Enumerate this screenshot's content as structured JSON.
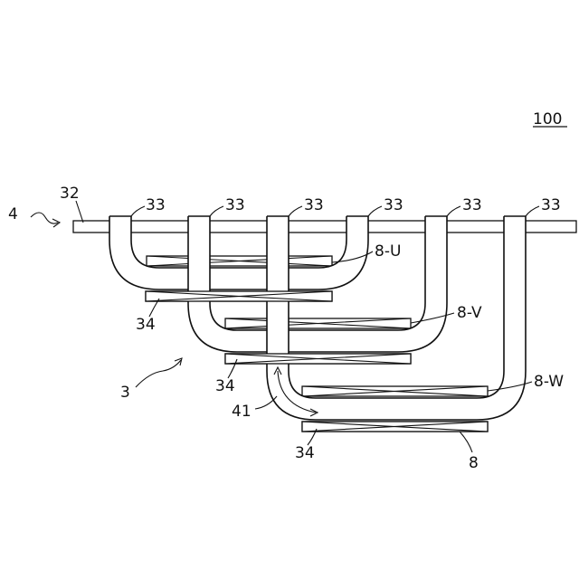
{
  "figure_number": "100",
  "labels": {
    "ref_4": "4",
    "ref_32": "32",
    "ref_33": "33",
    "ref_34": "34",
    "ref_3": "3",
    "ref_41": "41",
    "ref_8": "8",
    "ref_8u": "8-U",
    "ref_8v": "8-V",
    "ref_8w": "8-W"
  }
}
